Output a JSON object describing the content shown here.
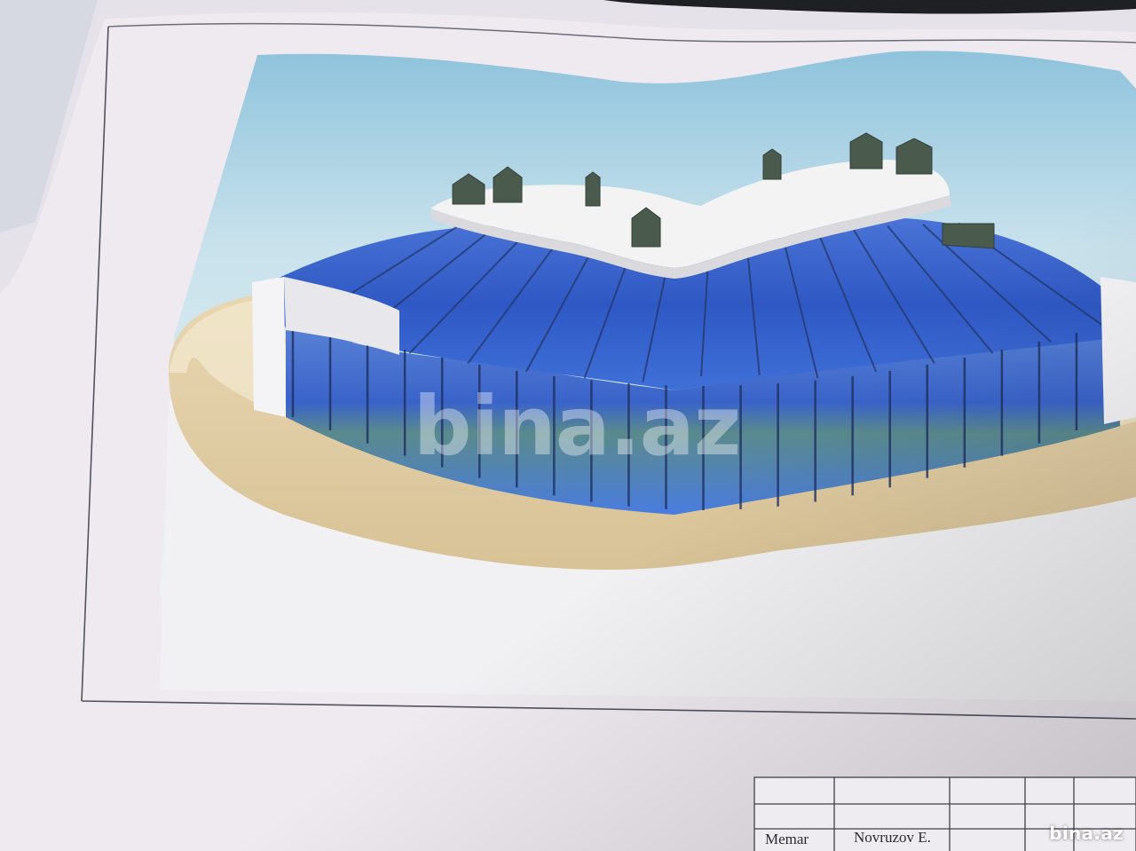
{
  "photo": {
    "subject": "photograph of a printed architectural rendering sheet",
    "colors": {
      "background_paper": "#e8e4ec",
      "sky_top": "#8fc3dc",
      "sky_bottom": "#e6f0f3",
      "glass": "#3a63c9",
      "glass_dark": "#1f3f95",
      "podium": "#e0cda6",
      "roof_deck": "#f1f1f2",
      "border_line": "#555a66"
    }
  },
  "watermark": {
    "center_text": "bina.az",
    "corner_text": "bina.az"
  },
  "title_block": {
    "role_label": "Memar",
    "name_label": "Novruzov E."
  }
}
